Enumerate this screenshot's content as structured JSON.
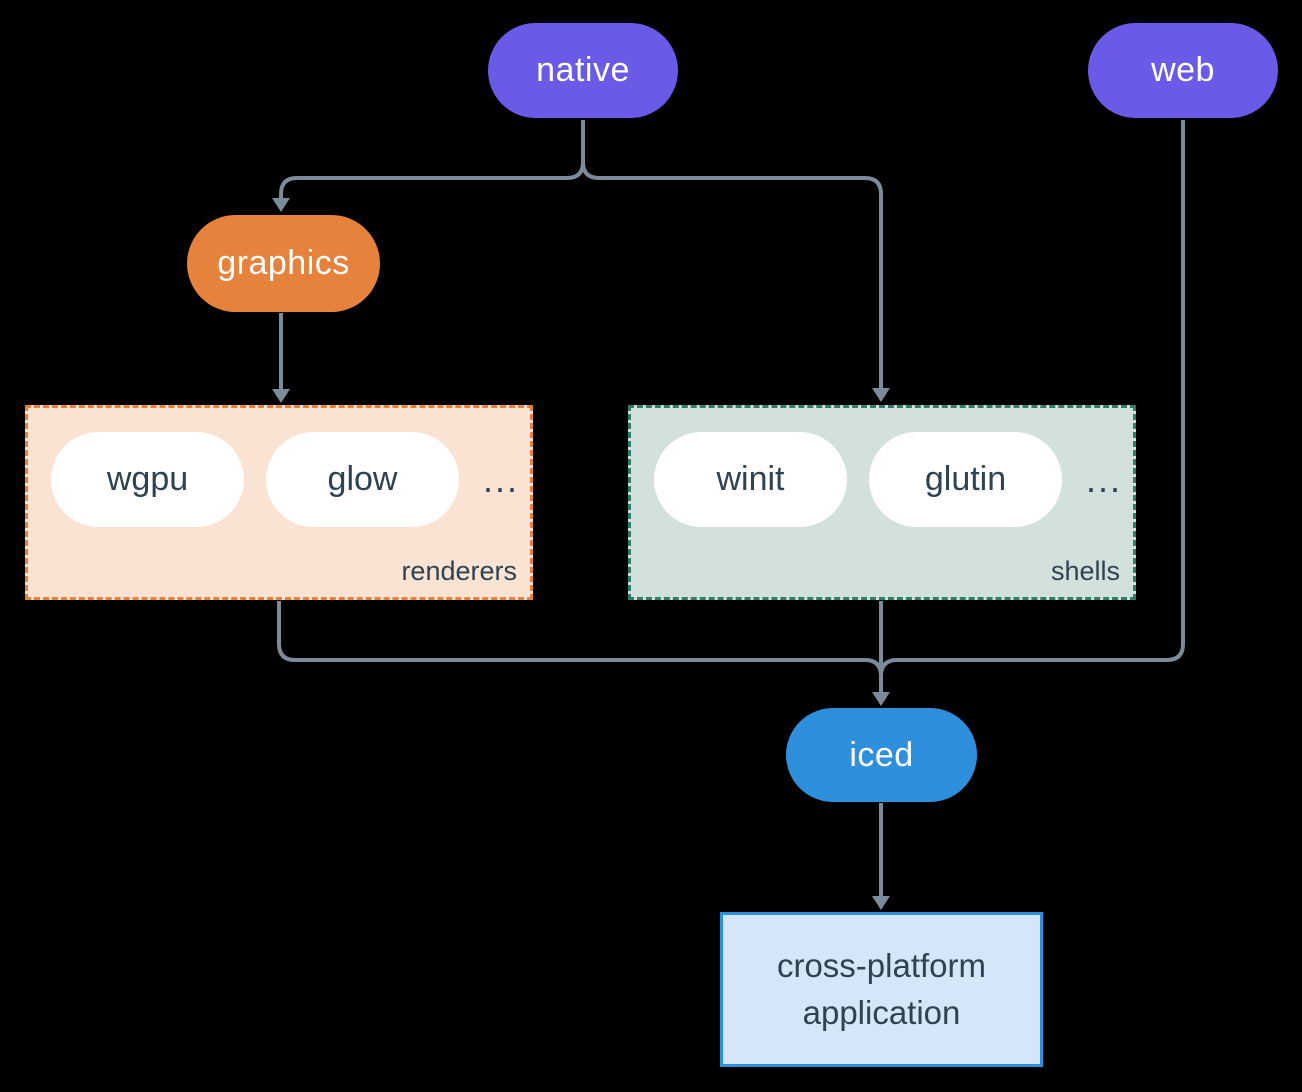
{
  "nodes": {
    "native": {
      "label": "native"
    },
    "web": {
      "label": "web"
    },
    "graphics": {
      "label": "graphics"
    },
    "wgpu": {
      "label": "wgpu"
    },
    "glow": {
      "label": "glow"
    },
    "winit": {
      "label": "winit"
    },
    "glutin": {
      "label": "glutin"
    },
    "iced": {
      "label": "iced"
    },
    "application": {
      "label": "cross-platform application"
    }
  },
  "groups": {
    "renderers": {
      "label": "renderers",
      "ellipsis": "..."
    },
    "shells": {
      "label": "shells",
      "ellipsis": "..."
    }
  },
  "edges": [
    {
      "from": "native",
      "to": "graphics"
    },
    {
      "from": "native",
      "to": "shells"
    },
    {
      "from": "graphics",
      "to": "renderers"
    },
    {
      "from": "renderers",
      "to": "iced"
    },
    {
      "from": "shells",
      "to": "iced"
    },
    {
      "from": "web",
      "to": "iced"
    },
    {
      "from": "iced",
      "to": "application"
    }
  ],
  "colors": {
    "background": "#000000",
    "platform_pill": "#6A5AE8",
    "graphics_pill": "#E6823B",
    "iced_pill": "#2E8FDC",
    "white_pill": "#FFFFFF",
    "renderers_box_fill": "#FAE3D3",
    "renderers_box_border": "#E6823B",
    "shells_box_fill": "#D3E1DC",
    "shells_box_border": "#2F7E6B",
    "app_box_fill": "#D5E6F8",
    "app_box_border": "#2E8FDC",
    "text_dark": "#2E4251",
    "pill_text_light": "#FFFFFF",
    "connector": "#7C8B99"
  }
}
